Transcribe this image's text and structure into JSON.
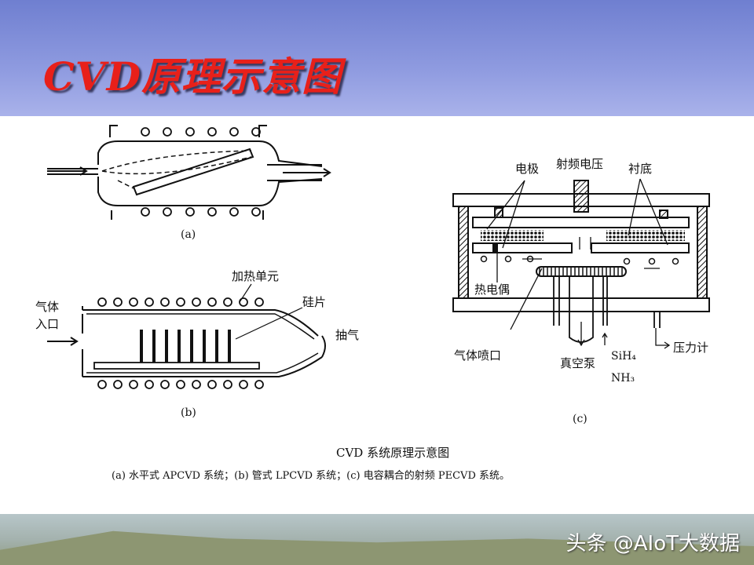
{
  "slide": {
    "title": "CVD原理示意图"
  },
  "diagram_a": {
    "label": "(a)"
  },
  "diagram_b": {
    "label": "(b)",
    "heater": "加热单元",
    "wafer": "硅片",
    "gas_in_1": "气体",
    "gas_in_2": "入口",
    "exhaust": "抽气"
  },
  "diagram_c": {
    "label": "(c)",
    "electrode": "电极",
    "rf_voltage": "射频电压",
    "substrate": "衬底",
    "thermocouple": "热电偶",
    "gas_nozzle": "气体喷口",
    "vacuum_pump": "真空泵",
    "sih4": "SiH₄",
    "nh3": "NH₃",
    "pressure_gauge": "压力计"
  },
  "caption": {
    "title": "CVD 系统原理示意图",
    "text": "(a) 水平式 APCVD 系统；(b) 管式 LPCVD 系统；(c) 电容耦合的射频 PECVD 系统。"
  },
  "watermark": "头条 @AIoT大数据",
  "colors": {
    "title": "#e8201a",
    "header": "#8f9be0"
  }
}
